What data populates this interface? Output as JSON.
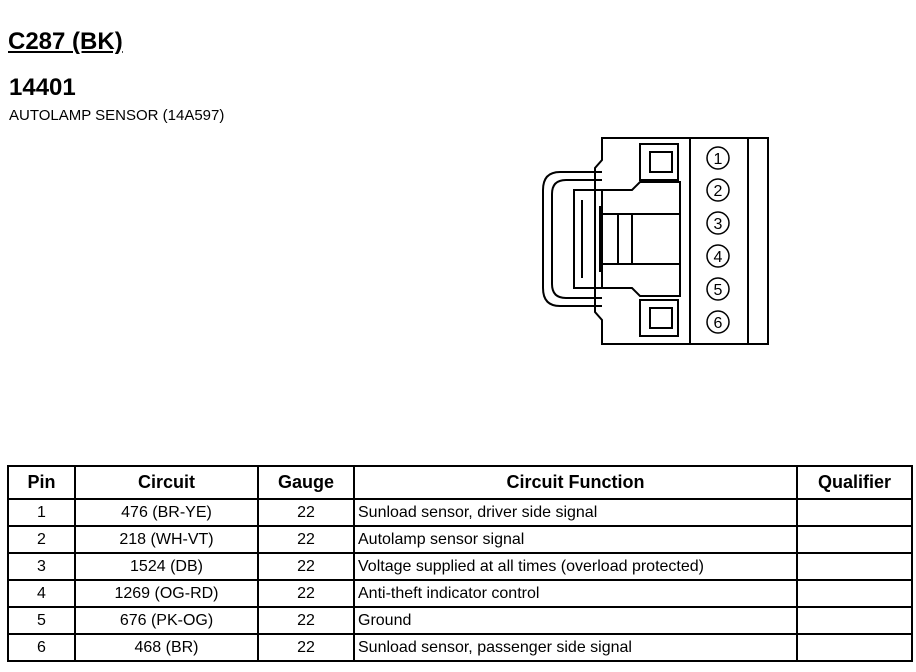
{
  "header": {
    "connector_code": "C287 (BK)",
    "part_number": "14401",
    "component_name": "AUTOLAMP SENSOR (14A597)"
  },
  "diagram": {
    "pin_labels": [
      "1",
      "2",
      "3",
      "4",
      "5",
      "6"
    ]
  },
  "table": {
    "columns": [
      "Pin",
      "Circuit",
      "Gauge",
      "Circuit Function",
      "Qualifier"
    ],
    "rows": [
      {
        "pin": "1",
        "circuit": "476 (BR-YE)",
        "gauge": "22",
        "function": "Sunload sensor, driver side signal",
        "qualifier": ""
      },
      {
        "pin": "2",
        "circuit": "218 (WH-VT)",
        "gauge": "22",
        "function": "Autolamp sensor signal",
        "qualifier": ""
      },
      {
        "pin": "3",
        "circuit": "1524 (DB)",
        "gauge": "22",
        "function": "Voltage supplied at all times (overload protected)",
        "qualifier": ""
      },
      {
        "pin": "4",
        "circuit": "1269 (OG-RD)",
        "gauge": "22",
        "function": "Anti-theft indicator control",
        "qualifier": ""
      },
      {
        "pin": "5",
        "circuit": "676 (PK-OG)",
        "gauge": "22",
        "function": "Ground",
        "qualifier": ""
      },
      {
        "pin": "6",
        "circuit": "468 (BR)",
        "gauge": "22",
        "function": "Sunload sensor, passenger side signal",
        "qualifier": ""
      }
    ]
  }
}
